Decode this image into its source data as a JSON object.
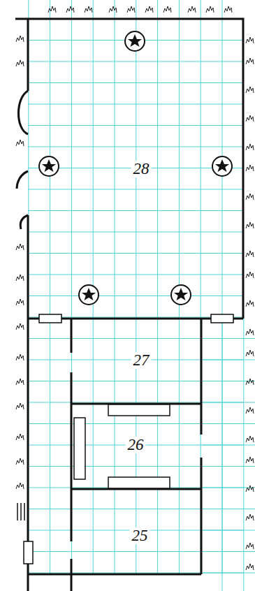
{
  "diagram": {
    "labels": [
      "28",
      "27",
      "26",
      "25"
    ]
  }
}
